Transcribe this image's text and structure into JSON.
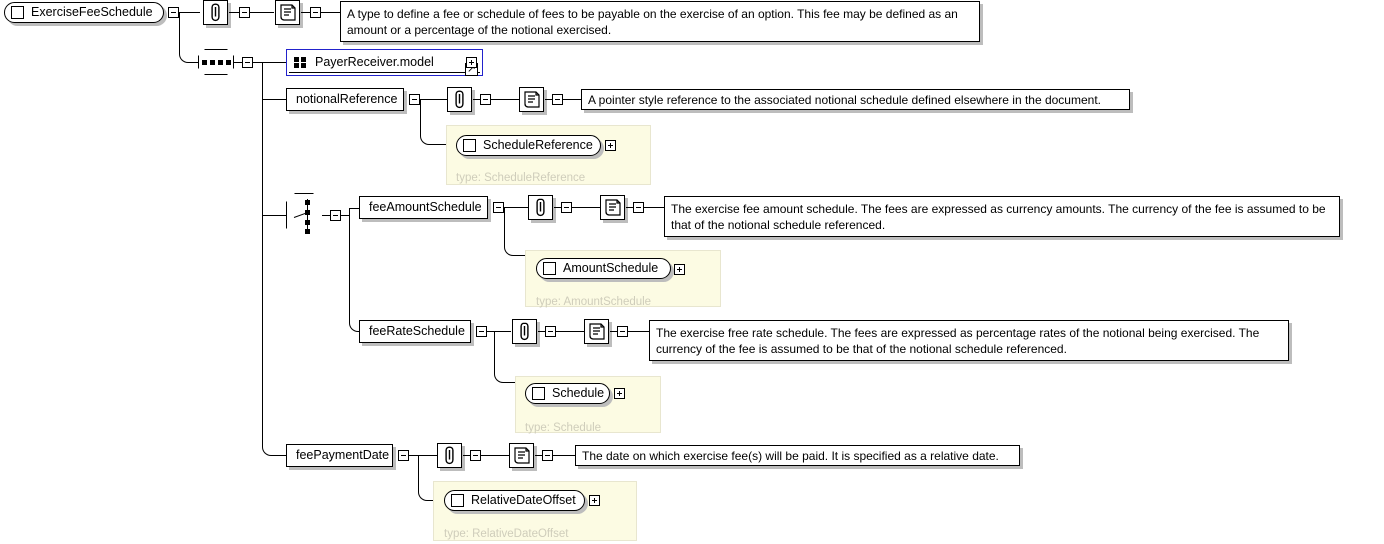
{
  "diagram": {
    "title": "ExerciseFeeSchedule",
    "kind": "xsd-schema-diagram",
    "colors": {
      "link_border": "#2222cc",
      "type_panel_bg": "#fcfbe3",
      "type_panel_border": "#e8e6cf",
      "type_label_text": "#cfcdbb",
      "shadow": "#bdbdbd",
      "line": "#000000"
    }
  },
  "root": {
    "label": "ExerciseFeeSchedule",
    "toggle": "collapse"
  },
  "annotation_root": {
    "annotation_icon": "paperclip-icon",
    "documentation_icon": "scroll-icon",
    "documentation": "A type to define a fee or schedule of fees to be payable on the exercise of an option. This fee may be defined as an amount or a percentage of the notional exercised."
  },
  "sequence": {
    "icon": "sequence-compositor-icon",
    "toggle": "collapse"
  },
  "group_ref": {
    "label": "PayerReceiver.model",
    "icon": "model-group-icon",
    "link_icon": "external-link-arrow-icon",
    "toggle": "expand"
  },
  "elements": [
    {
      "name": "notionalReference",
      "toggle": "collapse",
      "annotation_icon": "paperclip-icon",
      "documentation_icon": "scroll-icon",
      "documentation": "A pointer style reference to the associated notional schedule defined elsewhere in the document.",
      "type_node": {
        "label": "ScheduleReference",
        "type_label": "type: ScheduleReference",
        "toggle": "expand"
      }
    },
    {
      "name": "feeAmountSchedule",
      "toggle": "collapse",
      "annotation_icon": "paperclip-icon",
      "documentation_icon": "scroll-icon",
      "documentation": "The exercise fee amount schedule. The fees are expressed as currency amounts. The currency of the fee is assumed to be that of the notional schedule referenced.",
      "type_node": {
        "label": "AmountSchedule",
        "type_label": "type: AmountSchedule",
        "toggle": "expand"
      }
    },
    {
      "name": "feeRateSchedule",
      "toggle": "collapse",
      "annotation_icon": "paperclip-icon",
      "documentation_icon": "scroll-icon",
      "documentation": "The exercise free rate schedule. The fees are expressed as percentage rates of the notional being exercised. The currency of the fee is assumed to be that of the notional schedule referenced.",
      "type_node": {
        "label": "Schedule",
        "type_label": "type: Schedule",
        "toggle": "expand"
      }
    },
    {
      "name": "feePaymentDate",
      "toggle": "collapse",
      "annotation_icon": "paperclip-icon",
      "documentation_icon": "scroll-icon",
      "documentation": "The date on which exercise fee(s) will be paid. It is specified as a relative date.",
      "type_node": {
        "label": "RelativeDateOffset",
        "type_label": "type: RelativeDateOffset",
        "toggle": "expand"
      }
    }
  ],
  "choice": {
    "icon": "choice-compositor-icon",
    "toggle": "collapse"
  }
}
